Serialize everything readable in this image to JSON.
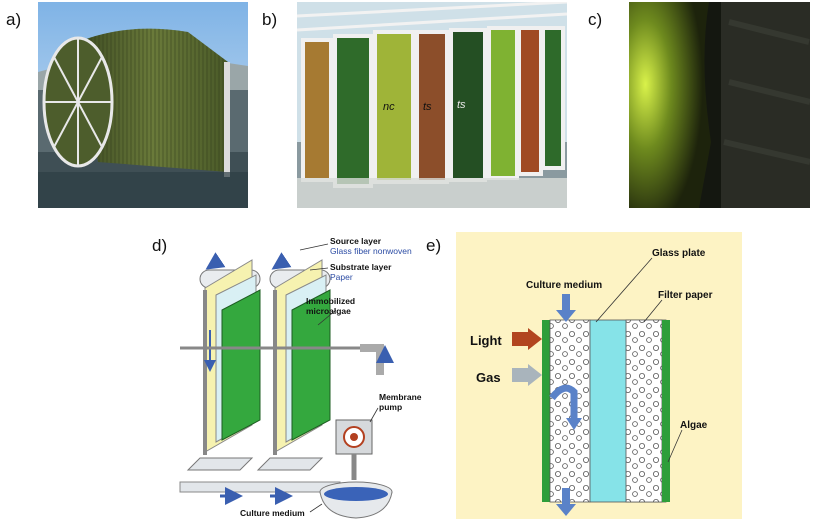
{
  "panels": {
    "a": "a)",
    "b": "b)",
    "c": "c)",
    "d": "d)",
    "e": "e)"
  },
  "photo_b": {
    "label_nc": "nc",
    "label_ts1": "ts",
    "label_ts2": "ts"
  },
  "diagram_d": {
    "source_layer": "Source layer",
    "source_layer_sub": "Glass fiber nonwoven",
    "substrate_layer": "Substrate layer",
    "substrate_layer_sub": "Paper",
    "immobilized_1": "Immobilized",
    "immobilized_2": "microalgae",
    "membrane_1": "Membrane",
    "membrane_2": "pump",
    "culture_medium": "Culture medium"
  },
  "diagram_e": {
    "glass_plate": "Glass plate",
    "culture_medium": "Culture medium",
    "filter_paper": "Filter paper",
    "light": "Light",
    "gas": "Gas",
    "algae": "Algae"
  },
  "colors": {
    "algae_green": "#2e9e3a",
    "arrow_blue": "#3a5fb0",
    "glass_cyan": "#86e3e8",
    "panel_e_bg": "#fdf3c4",
    "light_arrow": "#b2451f",
    "gas_arrow": "#a9b4bc"
  }
}
